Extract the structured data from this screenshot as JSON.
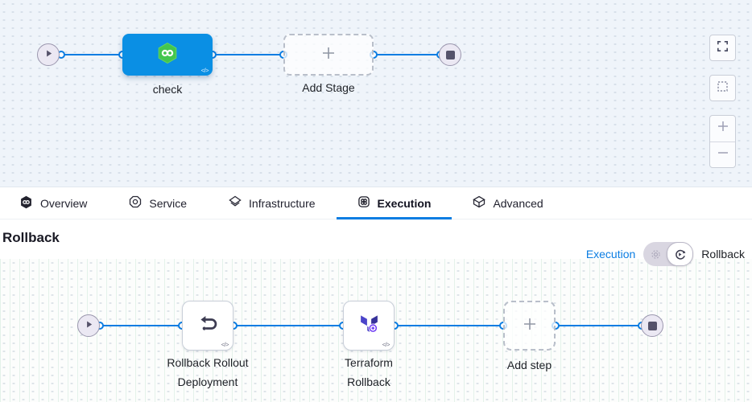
{
  "pipeline_canvas": {
    "stage_label": "check",
    "add_stage_label": "Add Stage",
    "code_glyph": "</>"
  },
  "canvas_controls": {
    "icons": [
      "fullscreen-icon",
      "fit-selection-icon",
      "zoom-in-icon",
      "zoom-out-icon"
    ]
  },
  "tabs": {
    "items": [
      {
        "label": "Overview",
        "icon": "harness-logo-icon",
        "active": false
      },
      {
        "label": "Service",
        "icon": "service-icon",
        "active": false
      },
      {
        "label": "Infrastructure",
        "icon": "infrastructure-icon",
        "active": false
      },
      {
        "label": "Execution",
        "icon": "execution-icon",
        "active": true
      },
      {
        "label": "Advanced",
        "icon": "advanced-icon",
        "active": false
      }
    ]
  },
  "panel": {
    "title": "Rollback",
    "mode_toggle": {
      "execution_label": "Execution",
      "rollback_label": "Rollback",
      "selected": "Rollback"
    }
  },
  "rollback_pipeline": {
    "steps": [
      {
        "label": "Rollback Rollout Deployment",
        "icon": "rollback-step-icon"
      },
      {
        "label": "Terraform Rollback",
        "icon": "terraform-icon"
      }
    ],
    "add_step_label": "Add step",
    "code_glyph": "</>"
  },
  "colors": {
    "accent_blue": "#0b7de2",
    "stage_blue": "#0a8fe4",
    "harness_green": "#43c64e",
    "terraform_purple": "#4b44c9",
    "canvas_top_bg": "#eff4fa",
    "canvas_bottom_bg": "#fcfdfc"
  }
}
